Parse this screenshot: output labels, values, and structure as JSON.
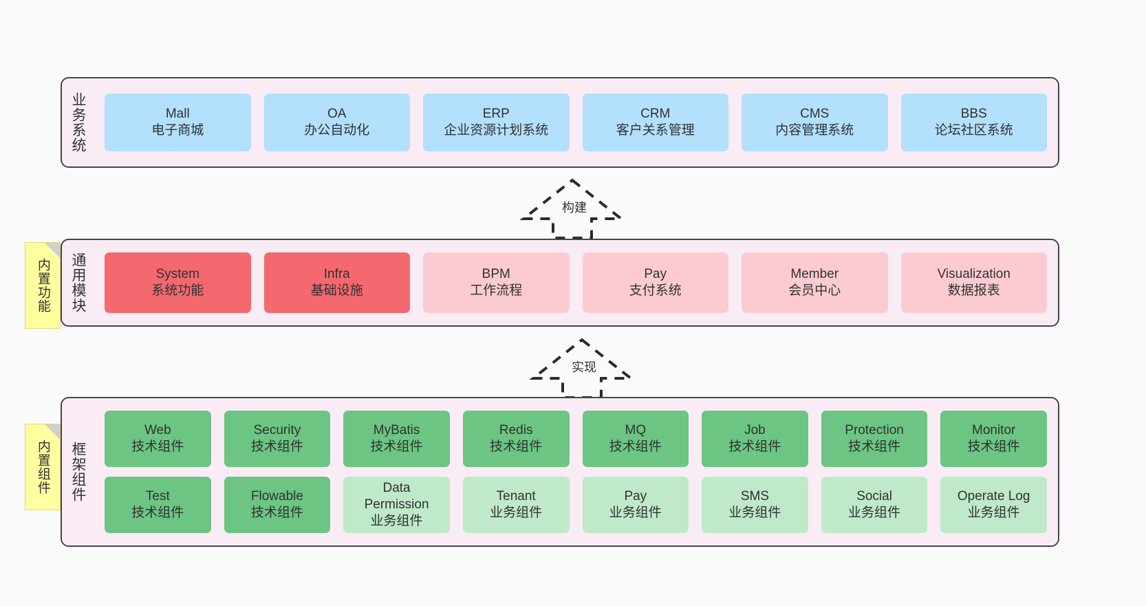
{
  "diagram": {
    "background": "#fafafa",
    "panel_fill": "#f9ecf5",
    "panel_border": "#4a4250",
    "colors": {
      "business": "#b3e0fc",
      "core_module": "#f4686f",
      "module": "#fccbd2",
      "tech_component": "#6cc583",
      "biz_component": "#bfe9c8",
      "note": "#ffffa0"
    }
  },
  "layers": {
    "business": {
      "title": "业务系统",
      "items": [
        {
          "name": "Mall",
          "desc": "电子商城"
        },
        {
          "name": "OA",
          "desc": "办公自动化"
        },
        {
          "name": "ERP",
          "desc": "企业资源计划系统"
        },
        {
          "name": "CRM",
          "desc": "客户关系管理"
        },
        {
          "name": "CMS",
          "desc": "内容管理系统"
        },
        {
          "name": "BBS",
          "desc": "论坛社区系统"
        }
      ]
    },
    "common": {
      "title": "通用模块",
      "note": "内置功能",
      "items": [
        {
          "name": "System",
          "desc": "系统功能",
          "style": "red"
        },
        {
          "name": "Infra",
          "desc": "基础设施",
          "style": "red"
        },
        {
          "name": "BPM",
          "desc": "工作流程",
          "style": "pink"
        },
        {
          "name": "Pay",
          "desc": "支付系统",
          "style": "pink"
        },
        {
          "name": "Member",
          "desc": "会员中心",
          "style": "pink"
        },
        {
          "name": "Visualization",
          "desc": "数据报表",
          "style": "pink"
        }
      ]
    },
    "framework": {
      "title": "框架组件",
      "note": "内置组件",
      "row1": [
        {
          "name": "Web",
          "desc": "技术组件",
          "style": "green"
        },
        {
          "name": "Security",
          "desc": "技术组件",
          "style": "green"
        },
        {
          "name": "MyBatis",
          "desc": "技术组件",
          "style": "green"
        },
        {
          "name": "Redis",
          "desc": "技术组件",
          "style": "green"
        },
        {
          "name": "MQ",
          "desc": "技术组件",
          "style": "green"
        },
        {
          "name": "Job",
          "desc": "技术组件",
          "style": "green"
        },
        {
          "name": "Protection",
          "desc": "技术组件",
          "style": "green"
        },
        {
          "name": "Monitor",
          "desc": "技术组件",
          "style": "green"
        }
      ],
      "row2": [
        {
          "name": "Test",
          "desc": "技术组件",
          "style": "green"
        },
        {
          "name": "Flowable",
          "desc": "技术组件",
          "style": "green"
        },
        {
          "name": "Data Permission",
          "desc": "业务组件",
          "style": "greenlight"
        },
        {
          "name": "Tenant",
          "desc": "业务组件",
          "style": "greenlight"
        },
        {
          "name": "Pay",
          "desc": "业务组件",
          "style": "greenlight"
        },
        {
          "name": "SMS",
          "desc": "业务组件",
          "style": "greenlight"
        },
        {
          "name": "Social",
          "desc": "业务组件",
          "style": "greenlight"
        },
        {
          "name": "Operate Log",
          "desc": "业务组件",
          "style": "greenlight"
        }
      ]
    }
  },
  "connectors": [
    {
      "label": "构建"
    },
    {
      "label": "实现"
    }
  ]
}
